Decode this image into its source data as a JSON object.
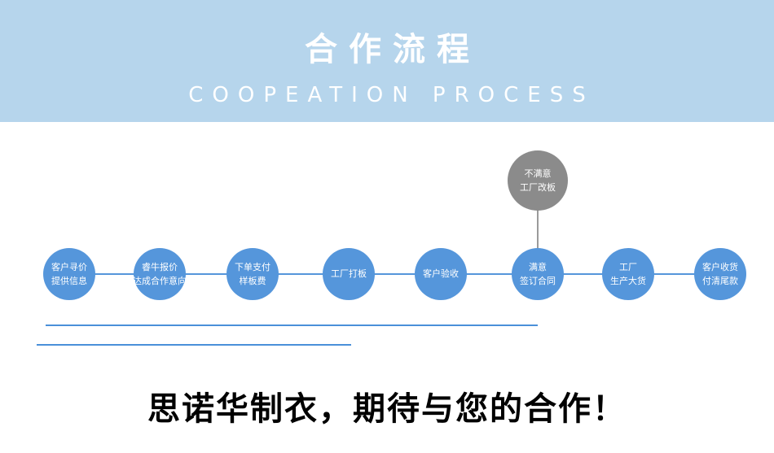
{
  "banner": {
    "title": "合作流程",
    "subtitle": "COOPEATION PROCESS",
    "bg_color": "#b6d5ec",
    "text_color": "#ffffff"
  },
  "flow": {
    "node_color": "#5596db",
    "branch_node_color": "#8b8b8b",
    "connector_color": "#5596db",
    "branch_connector_color": "#9b9b9b",
    "steps": [
      {
        "lines": [
          "客户寻价",
          "提供信息"
        ]
      },
      {
        "lines": [
          "睿牛报价",
          "达成合作意向"
        ]
      },
      {
        "lines": [
          "下单支付",
          "样板费"
        ]
      },
      {
        "lines": [
          "工厂打板"
        ]
      },
      {
        "lines": [
          "客户验收"
        ]
      },
      {
        "lines": [
          "满意",
          "签订合同"
        ]
      },
      {
        "lines": [
          "工厂",
          "生产大货"
        ]
      },
      {
        "lines": [
          "客户收货",
          "付清尾款"
        ]
      }
    ],
    "branch": {
      "lines": [
        "不满意",
        "工厂改板"
      ]
    }
  },
  "footer": {
    "slogan": "思诺华制衣，期待与您的合作！",
    "underline_color": "#4a90d9"
  }
}
